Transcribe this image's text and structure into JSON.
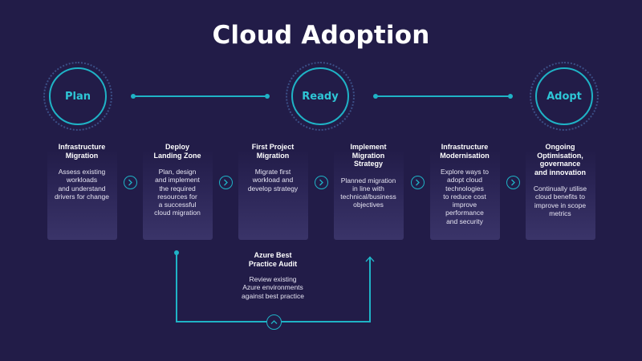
{
  "title": "Cloud Adoption",
  "phases": [
    {
      "label": "Plan"
    },
    {
      "label": "Ready"
    },
    {
      "label": "Adopt"
    }
  ],
  "steps": [
    {
      "title": "Infrastructure\nMigration",
      "desc": "Assess existing\nworkloads\nand understand\ndrivers for change"
    },
    {
      "title": "Deploy\nLanding Zone",
      "desc": "Plan, design\nand implement\nthe required\nresources for\na successful\ncloud migration"
    },
    {
      "title": "First Project\nMigration",
      "desc": "Migrate first\nworkload and\ndevelop strategy"
    },
    {
      "title": "Implement\nMigration\nStrategy",
      "desc": "Planned migration\nin line with\ntechnical/business\nobjectives"
    },
    {
      "title": "Infrastructure\nModernisation",
      "desc": "Explore ways to\nadopt cloud\ntechnologies\nto reduce cost\nimprove\nperformance\nand security"
    },
    {
      "title": "Ongoing\nOptimisation,\ngovernance\nand innovation",
      "desc": "Continually utilise\ncloud benefits to\nimprove in scope\nmetrics"
    }
  ],
  "audit": {
    "title": "Azure Best\nPractice Audit",
    "desc": "Review existing\nAzure environments\nagainst best practice"
  },
  "colors": {
    "accent": "#1fb3c6",
    "background": "#221c48",
    "dotted_ring": "#3b4f86"
  },
  "icons": {
    "step_arrow": "chevron-right-icon",
    "loop_arrow": "chevron-up-icon"
  }
}
